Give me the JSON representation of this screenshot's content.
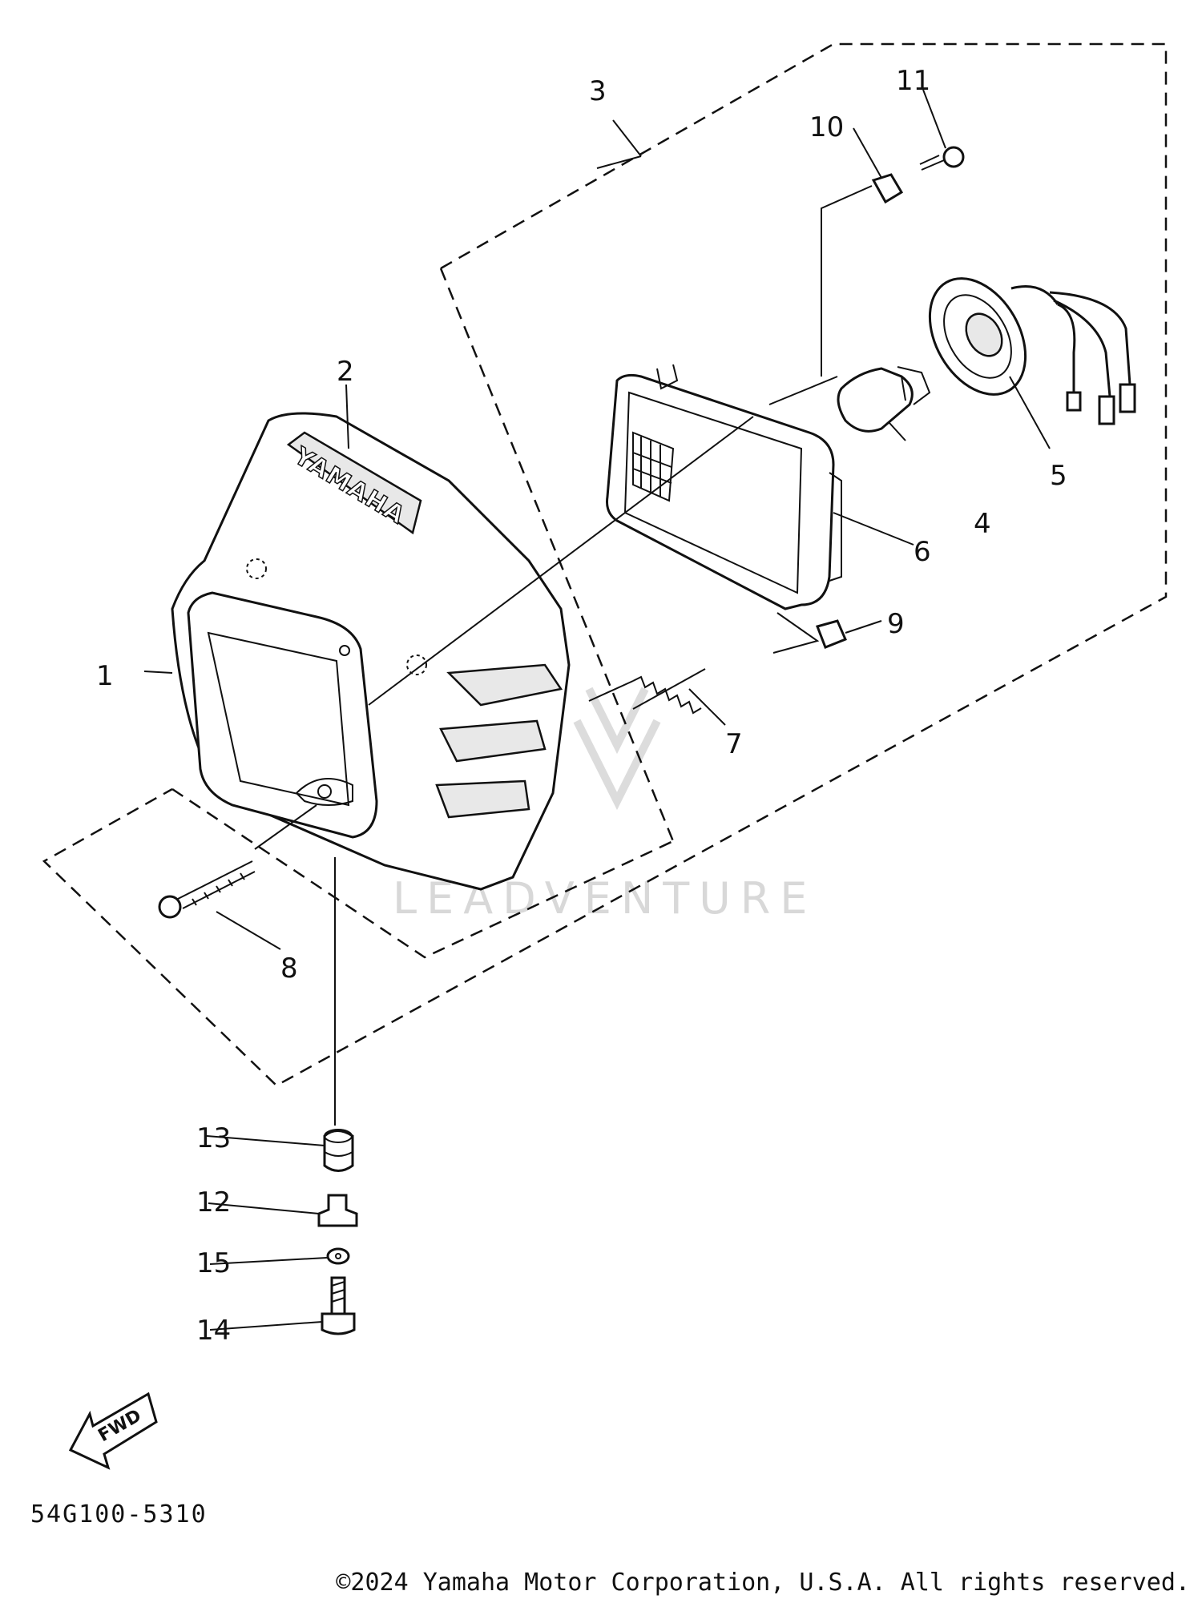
{
  "diagram": {
    "part_labels": [
      "1",
      "2",
      "3",
      "4",
      "5",
      "6",
      "7",
      "8",
      "9",
      "10",
      "11",
      "12",
      "13",
      "14",
      "15"
    ],
    "logo_text": "YAMAHA",
    "fwd_label": "FWD",
    "diagram_code": "54G100-5310",
    "watermark": "LEADVENTURE",
    "copyright": "©2024 Yamaha Motor Corporation, U.S.A. All rights reserved."
  }
}
